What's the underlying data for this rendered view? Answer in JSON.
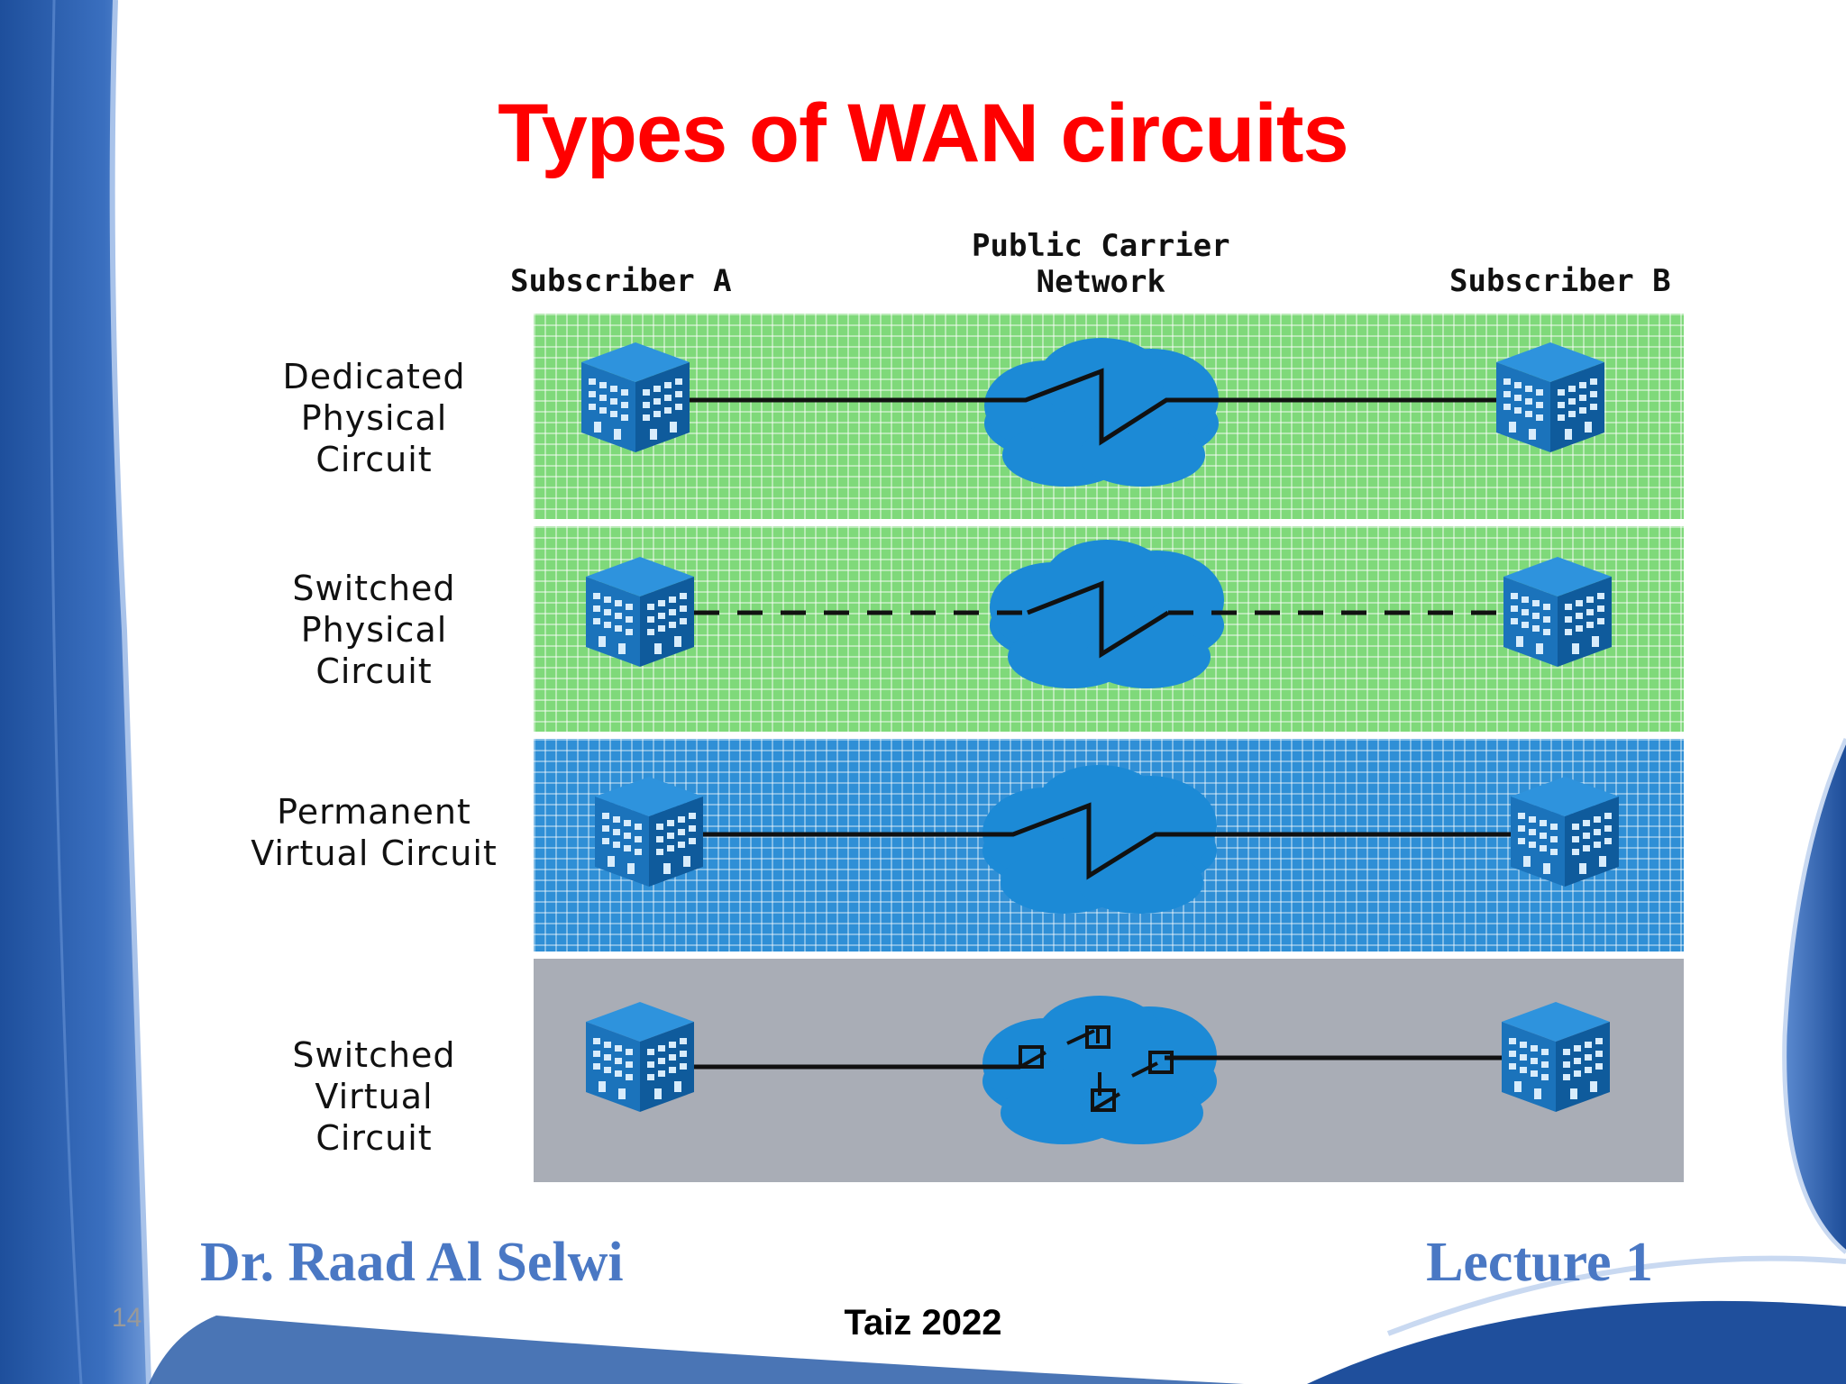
{
  "slide": {
    "title": "Types of WAN circuits",
    "page_number": "14"
  },
  "diagram": {
    "headers": {
      "subscriber_a": "Subscriber A",
      "carrier_line1": "Public Carrier",
      "carrier_line2": "Network",
      "subscriber_b": "Subscriber B"
    },
    "rows": [
      {
        "label_lines": [
          "Dedicated",
          "Physical",
          "Circuit"
        ],
        "band": "green",
        "line_style": "solid",
        "carrier_symbol": "lightning"
      },
      {
        "label_lines": [
          "Switched",
          "Physical",
          "Circuit"
        ],
        "band": "green",
        "line_style": "dashed",
        "carrier_symbol": "lightning"
      },
      {
        "label_lines": [
          "Permanent",
          "Virtual Circuit"
        ],
        "band": "blue",
        "line_style": "solid",
        "carrier_symbol": "lightning"
      },
      {
        "label_lines": [
          "Switched",
          "Virtual",
          "Circuit"
        ],
        "band": "gray",
        "line_style": "solid",
        "carrier_symbol": "switches"
      }
    ],
    "icons": {
      "building": "office-building-icon",
      "cloud": "cloud-icon"
    },
    "colors": {
      "green_band": "#7fd97a",
      "blue_band": "#2f8fd6",
      "gray_band": "#a9adb6",
      "cloud": "#1c8ad6",
      "building": "#1a78c2"
    }
  },
  "footer": {
    "author": "Dr. Raad Al Selwi",
    "lecture": "Lecture 1",
    "place_year": "Taiz 2022"
  },
  "colors": {
    "title": "#ff0000",
    "footer_text": "#4a78c4",
    "frame_blue": "#2a5da8"
  }
}
